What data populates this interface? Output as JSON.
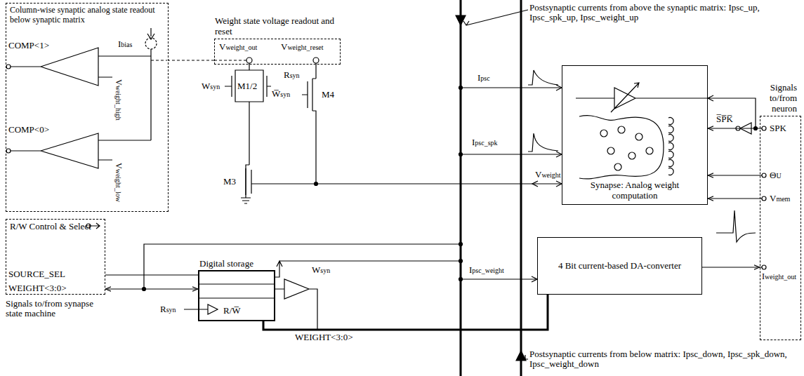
{
  "diagram": {
    "nodes": [
      {
        "text": [
          "Column-wise synaptic analog state readout below synaptic matrix"
        ]
      },
      {
        "text": [
          "Weight state voltage readout and reset"
        ]
      },
      {
        "text": [
          "Synapse: Analog weight computation"
        ]
      },
      {
        "text": [
          "Digital storage"
        ]
      },
      {
        "text": [
          "4 Bit current-based DA-converter"
        ]
      },
      {
        "text": [
          "R/W Control & Select"
        ]
      },
      {
        "text": [
          "Signals to/from neuron"
        ]
      }
    ],
    "edges": [
      {
        "from": 6,
        "to": 2,
        "arrow": "to"
      },
      {
        "from": 6,
        "to": 2,
        "arrow": "to"
      },
      {
        "from": 6,
        "to": 2,
        "arrow": "to"
      },
      {
        "from": 4,
        "to": 6,
        "arrow": "to"
      },
      {
        "from": 5,
        "to": 3,
        "arrow": "none"
      },
      {
        "from": 5,
        "to": 3,
        "arrow": "both"
      },
      {
        "from": 3,
        "to": 4,
        "arrow": "none"
      },
      {
        "from": 1,
        "to": 0,
        "arrow": "none"
      }
    ],
    "labels": [
      "COMP<1>",
      "COMP<0>",
      "Ibias",
      "Vweight_high",
      "Vweight_low",
      "Vweight_out",
      "Vweight_reset",
      "Wsyn",
      "M1/2",
      "W̅syn",
      "Rsyn",
      "M4",
      "M3",
      "Vweight",
      "Postsynaptic currents from above the synaptic matrix: Ipsc_up, Ipsc_spk_up, Ipsc_weight_up",
      "Ipsc",
      "Ipsc_spk",
      "S̅P̅K̅",
      "SPK",
      "ΘU",
      "Vmem",
      "Iweight_out",
      "SOURCE_SEL",
      "WEIGHT<3:0>",
      "Signals to/from synapse state machine",
      "Rsyn",
      "R/W̅",
      "Wsyn",
      "WEIGHT<3:0>",
      "Ipsc_weight",
      "Postsynaptic currents from below matrix: Ipsc_down, Ipsc_spk_down, Ipsc_weight_down"
    ]
  }
}
